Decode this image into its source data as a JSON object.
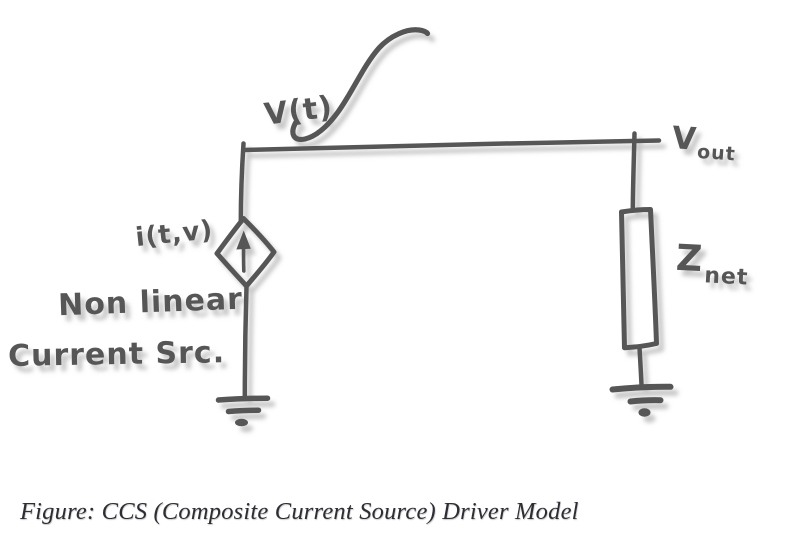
{
  "figure": {
    "caption": "Figure: CCS (Composite Current Source) Driver Model"
  },
  "circuit": {
    "labels": {
      "waveform": "V(t)",
      "source_current": "i(t,v)",
      "source_name_line1": "Non linear",
      "source_name_line2": "Current Src.",
      "output_node_main": "V",
      "output_node_sub": "out",
      "impedance_main": "Z",
      "impedance_sub": "net"
    },
    "colors": {
      "ink": "#575757",
      "shadow": "#8f8f8f",
      "caption": "#2d2d33",
      "background": "#ffffff"
    }
  }
}
